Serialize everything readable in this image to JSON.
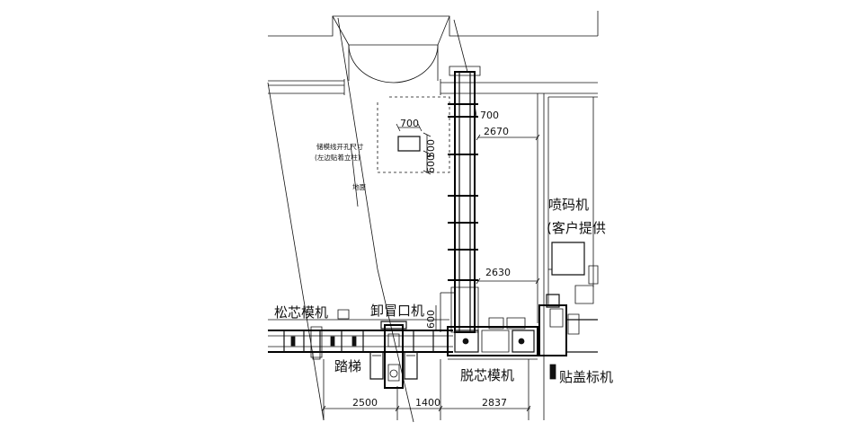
{
  "labels": {
    "loose_core_machine": "松芯模机",
    "cap_unloader": "卸冒口机",
    "ladder": "踏梯",
    "core_removal_machine": "脱芯模机",
    "coder": "喷码机",
    "coder_note": "(客户提供",
    "cover_labeler": "贴盖标机",
    "wall_opening_note_1": "储模线开孔尺寸",
    "wall_opening_note_2": "(左边贴着立柱)",
    "ground": "地面"
  },
  "dimensions": {
    "opening_width": "700",
    "opening_height": "500",
    "opening_height_2": "600",
    "conveyor_width": "700",
    "upper_offset": "2670",
    "lower_offset": "2630",
    "vertical_clearance": "600",
    "span_1": "2500",
    "span_2": "1400",
    "span_3": "2837"
  }
}
